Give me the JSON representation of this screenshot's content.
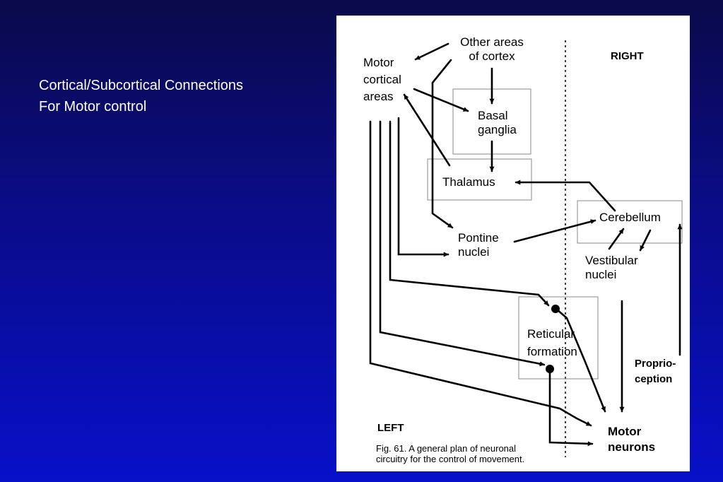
{
  "slide": {
    "title_line1": "Cortical/Subcortical Connections",
    "title_line2": "For Motor control"
  },
  "diagram": {
    "nodes": {
      "other_areas": "Other areas\nof cortex",
      "motor_cortical": "Motor\ncortical\nareas",
      "basal_ganglia": "Basal\nganglia",
      "thalamus": "Thalamus",
      "cerebellum": "Cerebellum",
      "pontine": "Pontine\nnuclei",
      "vestibular": "Vestibular\nnuclei",
      "reticular": "Reticular\nformation",
      "proprioception": "Proprio-\nception",
      "motor_neurons": "Motor\nneurons"
    },
    "side_right": "RIGHT",
    "side_left": "LEFT",
    "caption": "Fig. 61.  A general plan of neuronal\ncircuitry for the control of movement."
  }
}
